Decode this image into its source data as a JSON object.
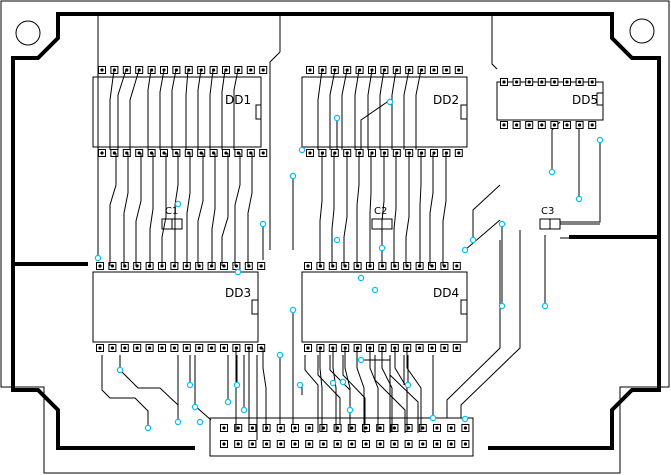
{
  "board": {
    "chips": [
      {
        "id": "dd1",
        "label": "DD1"
      },
      {
        "id": "dd2",
        "label": "DD2"
      },
      {
        "id": "dd3",
        "label": "DD3"
      },
      {
        "id": "dd4",
        "label": "DD4"
      },
      {
        "id": "dd5",
        "label": "DD5"
      }
    ],
    "capacitors": [
      {
        "id": "c1",
        "label": "C1"
      },
      {
        "id": "c2",
        "label": "C2"
      },
      {
        "id": "c3",
        "label": "C3"
      }
    ],
    "colors": {
      "trace": "#000000",
      "via": "#00bfff",
      "board_edge": "#000000",
      "background": "#ffffff"
    }
  }
}
